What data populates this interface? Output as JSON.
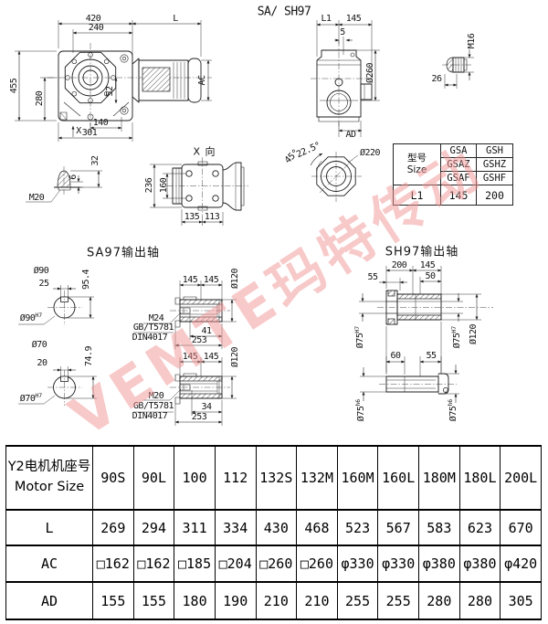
{
  "page_title": "SA/ SH97",
  "watermark_text": "VEMTE玛特传动",
  "front_view": {
    "w420": "420",
    "len_L": "L",
    "w240": "240",
    "h455": "455",
    "h280": "280",
    "v52": "52",
    "w140": "140",
    "w301": "301",
    "x_mark": "X",
    "ac": "AC"
  },
  "side_view": {
    "l1": "L1",
    "w145": "145",
    "off5": "5",
    "dia260": "Ø260",
    "ad": "AD"
  },
  "vent_plug": {
    "thread": "M16",
    "len26": "26"
  },
  "oil_plug": {
    "thread": "M20",
    "h6": "6",
    "h32": "32"
  },
  "x_view": {
    "title": "X 向",
    "h236": "236",
    "h160": "160",
    "w135": "135",
    "w113": "113"
  },
  "flange_view": {
    "ang45": "45°",
    "ang225": "22.5°",
    "dia220": "Ø220"
  },
  "spec_table": {
    "type_cn": "型号",
    "type_en": "Size",
    "models": [
      [
        "GSA",
        "GSH"
      ],
      [
        "GSAZ",
        "GSHZ"
      ],
      [
        "GSAF",
        "GSHF"
      ]
    ],
    "l1_label": "L1",
    "l1_gsa": "145",
    "l1_gsh": "200"
  },
  "sa97": {
    "title": "SA97输出轴",
    "upper": {
      "dia": "Ø90",
      "key": "25",
      "height": "95.4",
      "bore": "Ø90",
      "bore_tol": "H7",
      "seg1": "145",
      "seg2": "145",
      "od": "Ø120",
      "thread": "M24",
      "std1": "GB/T5781",
      "std2": "DIN4017",
      "depth": "41",
      "total": "253"
    },
    "lower": {
      "dia": "Ø70",
      "key": "20",
      "height": "74.9",
      "bore": "Ø70",
      "bore_tol": "H7",
      "seg1": "145",
      "seg2": "145",
      "od": "Ø120",
      "thread": "M20",
      "std1": "GB/T5781",
      "std2": "DIN4017",
      "depth": "34",
      "total": "253"
    }
  },
  "sh97": {
    "title": "SH97输出轴",
    "hollow": {
      "len200": "200",
      "len145": "145",
      "len55": "55",
      "len50": "50",
      "bore": "Ø75",
      "bore_tol": "H7",
      "od": "Ø120"
    },
    "solid": {
      "len60": "60",
      "len55": "55",
      "dia": "Ø75",
      "dia_tol": "h6"
    }
  },
  "motor_table": {
    "header_line1": "Y2电机机座号",
    "header_line2": "Motor Size",
    "columns": [
      "90S",
      "90L",
      "100",
      "112",
      "132S",
      "132M",
      "160M",
      "160L",
      "180M",
      "180L",
      "200L"
    ],
    "rows": [
      {
        "label": "L",
        "values": [
          "269",
          "294",
          "311",
          "334",
          "430",
          "468",
          "523",
          "567",
          "583",
          "623",
          "670"
        ]
      },
      {
        "label": "AC",
        "values": [
          "□162",
          "□162",
          "□185",
          "□204",
          "□260",
          "□260",
          "φ330",
          "φ330",
          "φ380",
          "φ380",
          "φ420"
        ]
      },
      {
        "label": "AD",
        "values": [
          "155",
          "155",
          "180",
          "190",
          "210",
          "210",
          "255",
          "255",
          "280",
          "280",
          "305"
        ]
      }
    ]
  }
}
